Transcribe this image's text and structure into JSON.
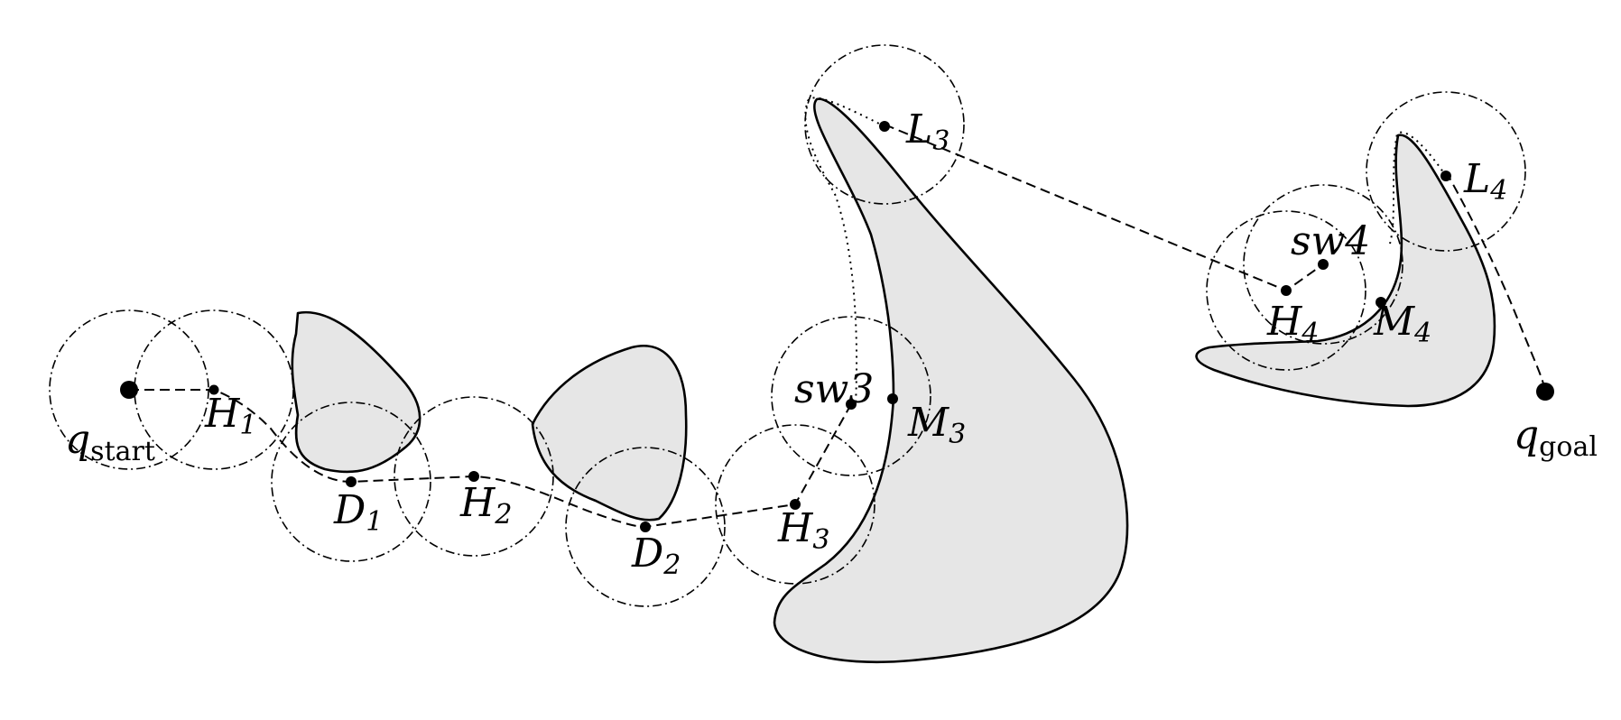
{
  "diagram": {
    "labels": {
      "q_start": {
        "base": "q",
        "sub": "start"
      },
      "q_goal": {
        "base": "q",
        "sub": "goal"
      },
      "H1": {
        "base": "H",
        "sub": "1"
      },
      "H2": {
        "base": "H",
        "sub": "2"
      },
      "H3": {
        "base": "H",
        "sub": "3"
      },
      "H4": {
        "base": "H",
        "sub": "4"
      },
      "D1": {
        "base": "D",
        "sub": "1"
      },
      "D2": {
        "base": "D",
        "sub": "2"
      },
      "L3": {
        "base": "L",
        "sub": "3"
      },
      "L4": {
        "base": "L",
        "sub": "4"
      },
      "M3": {
        "base": "M",
        "sub": "3"
      },
      "M4": {
        "base": "M",
        "sub": "4"
      },
      "sw3": "sw3",
      "sw4": "sw4"
    },
    "obstacles": [
      "obstacle-1",
      "obstacle-2",
      "obstacle-3",
      "obstacle-4"
    ]
  }
}
